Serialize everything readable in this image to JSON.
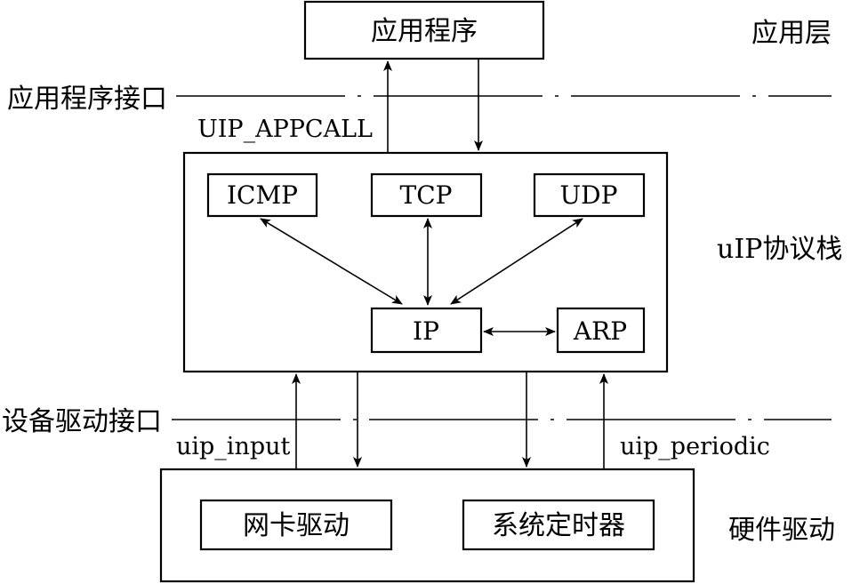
{
  "layers": {
    "application": "应用层",
    "stack": "uIP协议栈",
    "hardware": "硬件驱动"
  },
  "interfaces": {
    "app_interface": "应用程序接口",
    "device_interface": "设备驱动接口"
  },
  "boxes": {
    "application": "应用程序",
    "icmp": "ICMP",
    "tcp": "TCP",
    "udp": "UDP",
    "ip": "IP",
    "arp": "ARP",
    "nic_driver": "网卡驱动",
    "system_timer": "系统定时器"
  },
  "calls": {
    "appcall": "UIP_APPCALL",
    "input": "uip_input",
    "periodic": "uip_periodic"
  }
}
